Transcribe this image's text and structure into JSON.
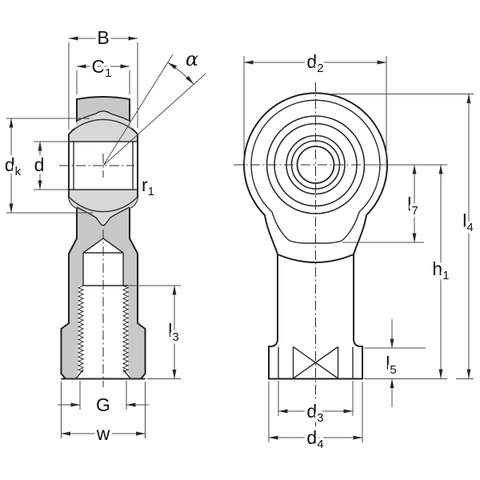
{
  "drawing": {
    "type": "technical-drawing",
    "subject": "rod-end-bearing-two-views",
    "views": {
      "left": "sectioned-side-view",
      "right": "front-elevation-view"
    }
  },
  "colors": {
    "body_fill": "#c8c8c8",
    "ball_fill": "#d8d8d8",
    "outline": "#1f1f1f",
    "inner_line": "#2a2a2a",
    "dim_line": "#4d4d4d",
    "centerline": "#2b2b2b",
    "label": "#111111",
    "background": "#ffffff"
  },
  "labels": {
    "B": {
      "base": "B",
      "sub": ""
    },
    "C1": {
      "base": "C",
      "sub": "1"
    },
    "alpha": {
      "base": "α",
      "sub": ""
    },
    "dk": {
      "base": "d",
      "sub": "k"
    },
    "d": {
      "base": "d",
      "sub": ""
    },
    "r1": {
      "base": "r",
      "sub": "1"
    },
    "l3": {
      "base": "l",
      "sub": "3"
    },
    "G": {
      "base": "G",
      "sub": ""
    },
    "w": {
      "base": "w",
      "sub": ""
    },
    "d2": {
      "base": "d",
      "sub": "2"
    },
    "l7": {
      "base": "l",
      "sub": "7"
    },
    "l4": {
      "base": "l",
      "sub": "4"
    },
    "h1": {
      "base": "h",
      "sub": "1"
    },
    "l5": {
      "base": "l",
      "sub": "5"
    },
    "d3": {
      "base": "d",
      "sub": "3"
    },
    "d4": {
      "base": "d",
      "sub": "4"
    }
  }
}
